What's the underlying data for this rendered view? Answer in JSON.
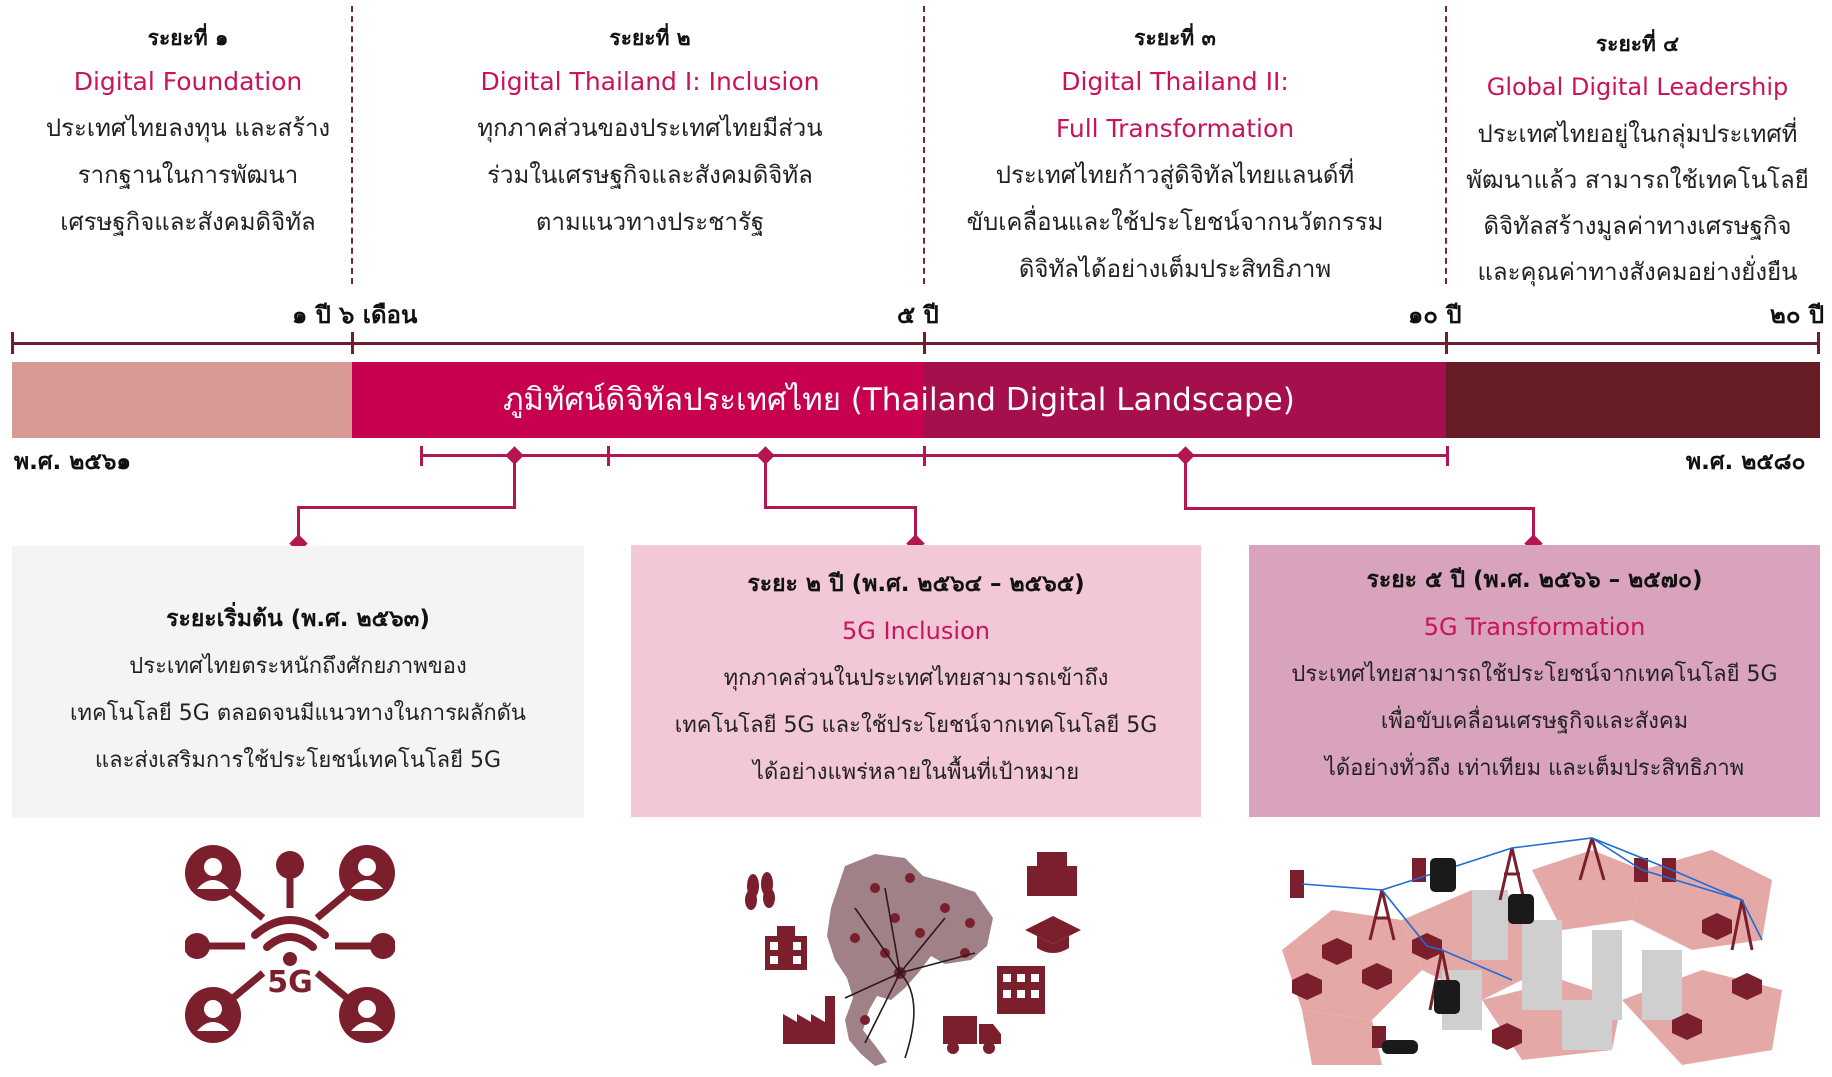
{
  "phases": [
    {
      "title": "ระยะที่ ๑",
      "name": "Digital Foundation",
      "desc": [
        "ประเทศไทยลงทุน และสร้าง",
        "รากฐานในการพัฒนา",
        "เศรษฐกิจและสังคมดิจิทัล"
      ]
    },
    {
      "title": "ระยะที่ ๒",
      "name": "Digital Thailand I: Inclusion",
      "desc": [
        "ทุกภาคส่วนของประเทศไทยมีส่วน",
        "ร่วมในเศรษฐกิจและสังคมดิจิทัล",
        "ตามแนวทางประชารัฐ"
      ]
    },
    {
      "title": "ระยะที่ ๓",
      "name": "Digital Thailand II:",
      "name2": "Full Transformation",
      "desc": [
        "ประเทศไทยก้าวสู่ดิจิทัลไทยแลนด์ที่",
        "ขับเคลื่อนและใช้ประโยชน์จากนวัตกรรม",
        "ดิจิทัลได้อย่างเต็มประสิทธิภาพ"
      ]
    },
    {
      "title": "ระยะที่ ๔",
      "name": "Global Digital Leadership",
      "desc": [
        "ประเทศไทยอยู่ในกลุ่มประเทศที่",
        "พัฒนาแล้ว สามารถใช้เทคโนโลยี",
        "ดิจิทัลสร้างมูลค่าทางเศรษฐกิจ",
        "และคุณค่าทางสังคมอย่างยั่งยืน"
      ]
    }
  ],
  "time_labels": [
    "๑ ปี ๖ เดือน",
    "๕ ปี",
    "๑๐ ปี",
    "๒๐ ปี"
  ],
  "band": {
    "label": "ภูมิทัศน์ดิจิทัลประเทศไทย (Thailand Digital Landscape)"
  },
  "years": {
    "start": "พ.ศ. ๒๕๖๑",
    "end": "พ.ศ. ๒๕๘๐"
  },
  "stages": [
    {
      "title": "ระยะเริ่มต้น (พ.ศ. ๒๕๖๓)",
      "name": "",
      "desc": [
        "ประเทศไทยตระหนักถึงศักยภาพของ",
        "เทคโนโลยี 5G ตลอดจนมีแนวทางในการผลักดัน",
        "และส่งเสริมการใช้ประโยชน์เทคโนโลยี 5G"
      ]
    },
    {
      "title": "ระยะ ๒ ปี (พ.ศ. ๒๕๖๔ – ๒๕๖๕)",
      "name": "5G Inclusion",
      "desc": [
        "ทุกภาคส่วนในประเทศไทยสามารถเข้าถึง",
        "เทคโนโลยี 5G และใช้ประโยชน์จากเทคโนโลยี 5G",
        "ได้อย่างแพร่หลายในพื้นที่เป้าหมาย"
      ]
    },
    {
      "title": "ระยะ ๕ ปี (พ.ศ. ๒๕๖๖ – ๒๕๗๐)",
      "name": "5G Transformation",
      "desc": [
        "ประเทศไทยสามารถใช้ประโยชน์จากเทคโนโลยี 5G",
        "เพื่อขับเคลื่อนเศรษฐกิจและสังคม",
        "ได้อย่างทั่วถึง เท่าเทียม และเต็มประสิทธิภาพ"
      ]
    }
  ],
  "icon_5g_label": "5G",
  "colors": {
    "band1": "#d89a94",
    "band2": "#c7004f",
    "band3": "#a60f4e",
    "band4": "#671c26",
    "accent": "#c9135b",
    "box1": "#f4f4f4",
    "box2": "#f2c8d8",
    "box3": "#d9a3bd",
    "icon": "#7b1f2d"
  },
  "icons": [
    "people-5g-network-icon",
    "thailand-map-network-icon",
    "smart-city-network-icon"
  ]
}
